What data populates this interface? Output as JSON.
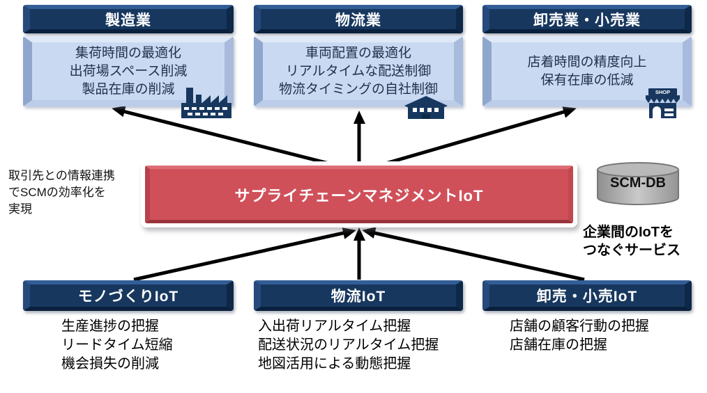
{
  "diagram": {
    "top_sections": [
      {
        "title": "製造業",
        "lines": [
          "集荷時間の最適化",
          "出荷場スペース削減",
          "製品在庫の削減"
        ]
      },
      {
        "title": "物流業",
        "lines": [
          "車両配置の最適化",
          "リアルタイムな配送制御",
          "物流タイミングの自社制御"
        ]
      },
      {
        "title": "卸売業・小売業",
        "lines": [
          "店着時間の精度向上",
          "保有在庫の低減"
        ],
        "icon_text": "SHOP"
      }
    ],
    "center": {
      "label": "サプライチェーンマネジメントIoT"
    },
    "left_note": {
      "lines": [
        "取引先との情報連携",
        "でSCMの効率化を",
        "実現"
      ]
    },
    "database": {
      "label": "SCM-DB"
    },
    "right_note": {
      "lines": [
        "企業間のIoTを",
        "つなぐサービス"
      ]
    },
    "bottom_sections": [
      {
        "title": "モノづくりIoT",
        "lines": [
          "生産進捗の把握",
          "リードタイム短縮",
          "機会損失の削減"
        ]
      },
      {
        "title": "物流IoT",
        "lines": [
          "入出荷リアルタイム把握",
          "配送状況のリアルタイム把握",
          "地図活用による動態把握"
        ]
      },
      {
        "title": "卸売・小売IoT",
        "lines": [
          "店舗の顧客行動の把握",
          "店舗在庫の把握"
        ]
      }
    ],
    "colors": {
      "header_navy": "#17375E",
      "panel_blue": "#C9D9F1",
      "center_red": "#D0505A",
      "db_gray": "#A6A6A6",
      "arrow_black": "#000000"
    }
  }
}
